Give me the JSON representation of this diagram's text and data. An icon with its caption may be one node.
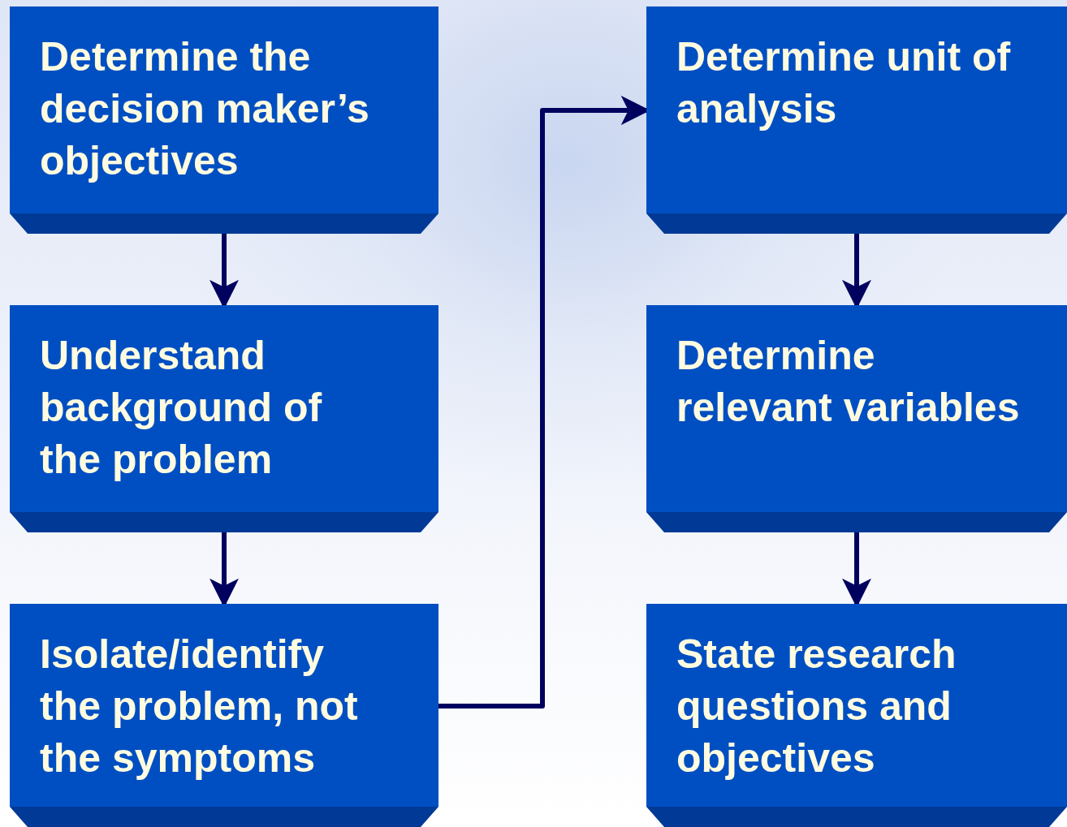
{
  "diagram": {
    "nodes": [
      {
        "text": [
          "Determine the decision maker’s objectives"
        ]
      },
      {
        "text": [
          "Understand background of the problem"
        ]
      },
      {
        "text": [
          "Isolate/identify the problem, not the symptoms"
        ]
      },
      {
        "text": [
          "Determine unit of analysis"
        ]
      },
      {
        "text": [
          "Determine relevant variables"
        ]
      },
      {
        "text": [
          "State research questions and objectives"
        ]
      }
    ],
    "edges": [
      {
        "from": 0,
        "to": 1,
        "arrow": "to"
      },
      {
        "from": 1,
        "to": 2,
        "arrow": "to"
      },
      {
        "from": 2,
        "to": 3,
        "arrow": "to"
      },
      {
        "from": 3,
        "to": 4,
        "arrow": "to"
      },
      {
        "from": 4,
        "to": 5,
        "arrow": "to"
      }
    ]
  }
}
